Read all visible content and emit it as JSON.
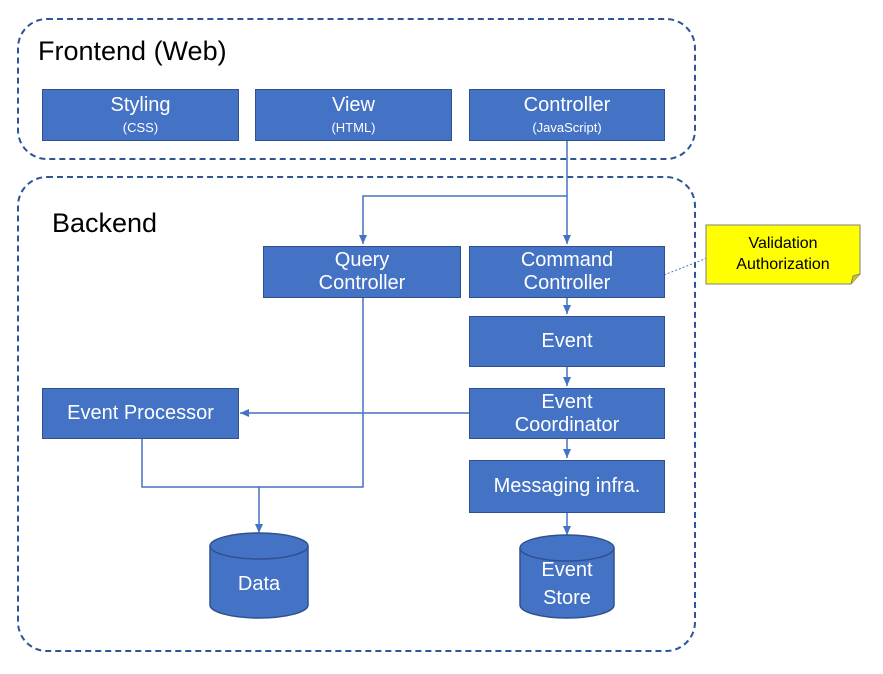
{
  "frontend": {
    "title": "Frontend (Web)",
    "styling": {
      "label": "Styling",
      "sub": "(CSS)"
    },
    "view": {
      "label": "View",
      "sub": "(HTML)"
    },
    "controller": {
      "label": "Controller",
      "sub": "(JavaScript)"
    }
  },
  "backend": {
    "title": "Backend",
    "query_controller": {
      "line1": "Query",
      "line2": "Controller"
    },
    "command_controller": {
      "line1": "Command",
      "line2": "Controller"
    },
    "event": {
      "label": "Event"
    },
    "event_coordinator": {
      "line1": "Event",
      "line2": "Coordinator"
    },
    "messaging": {
      "label": "Messaging infra."
    },
    "event_processor": {
      "label": "Event Processor"
    },
    "data_store": {
      "label": "Data"
    },
    "event_store": {
      "line1": "Event",
      "line2": "Store"
    }
  },
  "note": {
    "line1": "Validation",
    "line2": "Authorization"
  },
  "colors": {
    "box_fill": "#4472c4",
    "box_border": "#2f528f",
    "group_border": "#2f5597",
    "note_fill": "#ffff00",
    "arrow": "#4472c4"
  }
}
